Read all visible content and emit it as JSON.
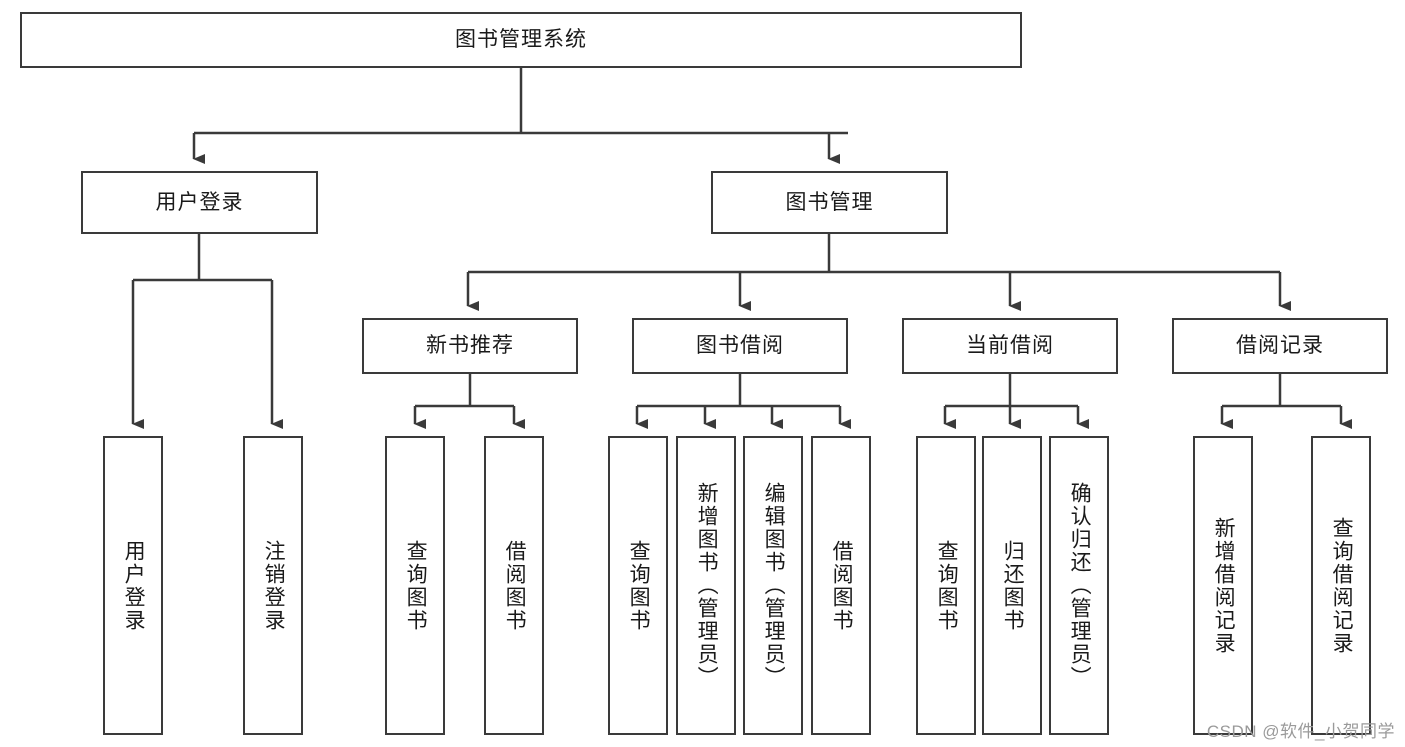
{
  "diagram": {
    "title": "图书管理系统",
    "type": "tree-hierarchy-chart",
    "root": {
      "label": "图书管理系统"
    },
    "level2": [
      {
        "label": "用户登录"
      },
      {
        "label": "图书管理"
      }
    ],
    "level3": [
      {
        "label": "新书推荐"
      },
      {
        "label": "图书借阅"
      },
      {
        "label": "当前借阅"
      },
      {
        "label": "借阅记录"
      }
    ],
    "leaves": {
      "user_login": [
        {
          "label": "用户登录"
        },
        {
          "label": "注销登录"
        }
      ],
      "new_book_recommend": [
        {
          "label": "查询图书"
        },
        {
          "label": "借阅图书"
        }
      ],
      "book_borrow": [
        {
          "label": "查询图书"
        },
        {
          "label": "新增图书（管理员）"
        },
        {
          "label": "编辑图书（管理员）"
        },
        {
          "label": "借阅图书"
        }
      ],
      "current_borrow": [
        {
          "label": "查询图书"
        },
        {
          "label": "归还图书"
        },
        {
          "label": "确认归还（管理员）"
        }
      ],
      "borrow_record": [
        {
          "label": "新增借阅记录"
        },
        {
          "label": "查询借阅记录"
        }
      ]
    },
    "watermark": "CSDN @软件_小贺同学",
    "colors": {
      "border": "#3a3a3a",
      "text": "#1a1a1a",
      "background": "#ffffff",
      "watermark": "#9a9a9a"
    }
  }
}
